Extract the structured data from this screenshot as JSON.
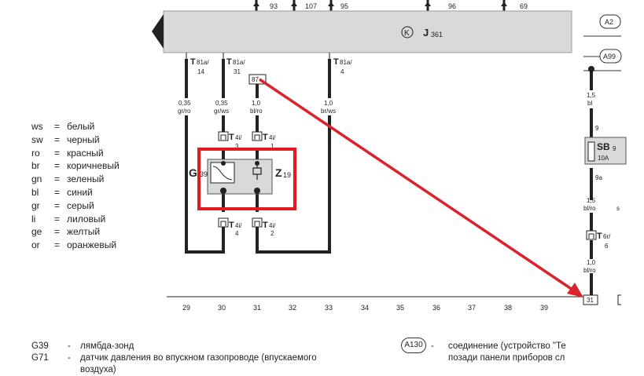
{
  "header": {
    "top_numbers": [
      "93",
      "107",
      "95",
      "96",
      "69"
    ],
    "unit_label": "J",
    "unit_sub": "361",
    "right_markers": [
      "A2",
      "A99"
    ]
  },
  "connectors": {
    "t81a_14": {
      "main": "T",
      "sub": "81a/",
      "num": "14"
    },
    "t81a_31": {
      "main": "T",
      "sub": "81a/",
      "num": "31"
    },
    "t81a_4": {
      "main": "T",
      "sub": "81a/",
      "num": "4"
    },
    "t4i_3": {
      "main": "T",
      "sub": "4i/",
      "num": "3"
    },
    "t4i_1": {
      "main": "T",
      "sub": "4i/",
      "num": "1"
    },
    "t4i_4": {
      "main": "T",
      "sub": "4i/",
      "num": "4"
    },
    "t4i_2": {
      "main": "T",
      "sub": "4i/",
      "num": "2"
    },
    "t6r_6": {
      "main": "T",
      "sub": "6r/",
      "num": "6"
    }
  },
  "wires": {
    "w1": {
      "size": "0,35",
      "color": "gr/ro"
    },
    "w2": {
      "size": "0,35",
      "color": "gr/ws"
    },
    "w3": {
      "size": "1,0",
      "color": "bl/ro"
    },
    "w4": {
      "size": "1,0",
      "color": "br/ws"
    },
    "r1": {
      "size": "1,5",
      "color": "bl"
    },
    "r2": {
      "size": "1,5",
      "color": "bl/ro"
    },
    "r3": {
      "size": "1,0",
      "color": "bl/ro"
    }
  },
  "pin_87": "87",
  "components": {
    "g_letter": "G",
    "g_sub": "39",
    "z_letter": "Z",
    "z_sub": "19"
  },
  "fuse": {
    "label": "SB",
    "sub": "9",
    "rating": "10A",
    "pin_top": "9",
    "pin_bottom": "9a"
  },
  "side_s": "s",
  "bottom_marker": "31",
  "bottom_numbers": [
    "29",
    "30",
    "31",
    "32",
    "33",
    "34",
    "35",
    "36",
    "37",
    "38",
    "39"
  ],
  "legend": [
    {
      "code": "ws",
      "eq": "=",
      "name": "белый"
    },
    {
      "code": "sw",
      "eq": "=",
      "name": "черный"
    },
    {
      "code": "ro",
      "eq": "=",
      "name": "красный"
    },
    {
      "code": "br",
      "eq": "=",
      "name": "коричневый"
    },
    {
      "code": "gn",
      "eq": "=",
      "name": "зеленый"
    },
    {
      "code": "bl",
      "eq": "=",
      "name": "синий"
    },
    {
      "code": "gr",
      "eq": "=",
      "name": "серый"
    },
    {
      "code": "li",
      "eq": "=",
      "name": "лиловый"
    },
    {
      "code": "ge",
      "eq": "=",
      "name": "желтый"
    },
    {
      "code": "or",
      "eq": "=",
      "name": "оранжевый"
    }
  ],
  "notes": [
    {
      "code": "G39",
      "dash": "-",
      "text": "лямбда-зонд"
    },
    {
      "code": "G71",
      "dash": "-",
      "text": "датчик давления во впускном газопроводе (впускаемого"
    },
    {
      "code": "",
      "dash": "",
      "text": "воздуха)"
    }
  ],
  "a130": {
    "label": "A130",
    "dash": "-",
    "line1": "соединение (устройство \"Те",
    "line2": "позади панели приборов сл"
  },
  "colors": {
    "unit_fill": "#d9d9d9",
    "wire": "#222222",
    "highlight": "#e21b23",
    "arrow": "#d9232d"
  }
}
